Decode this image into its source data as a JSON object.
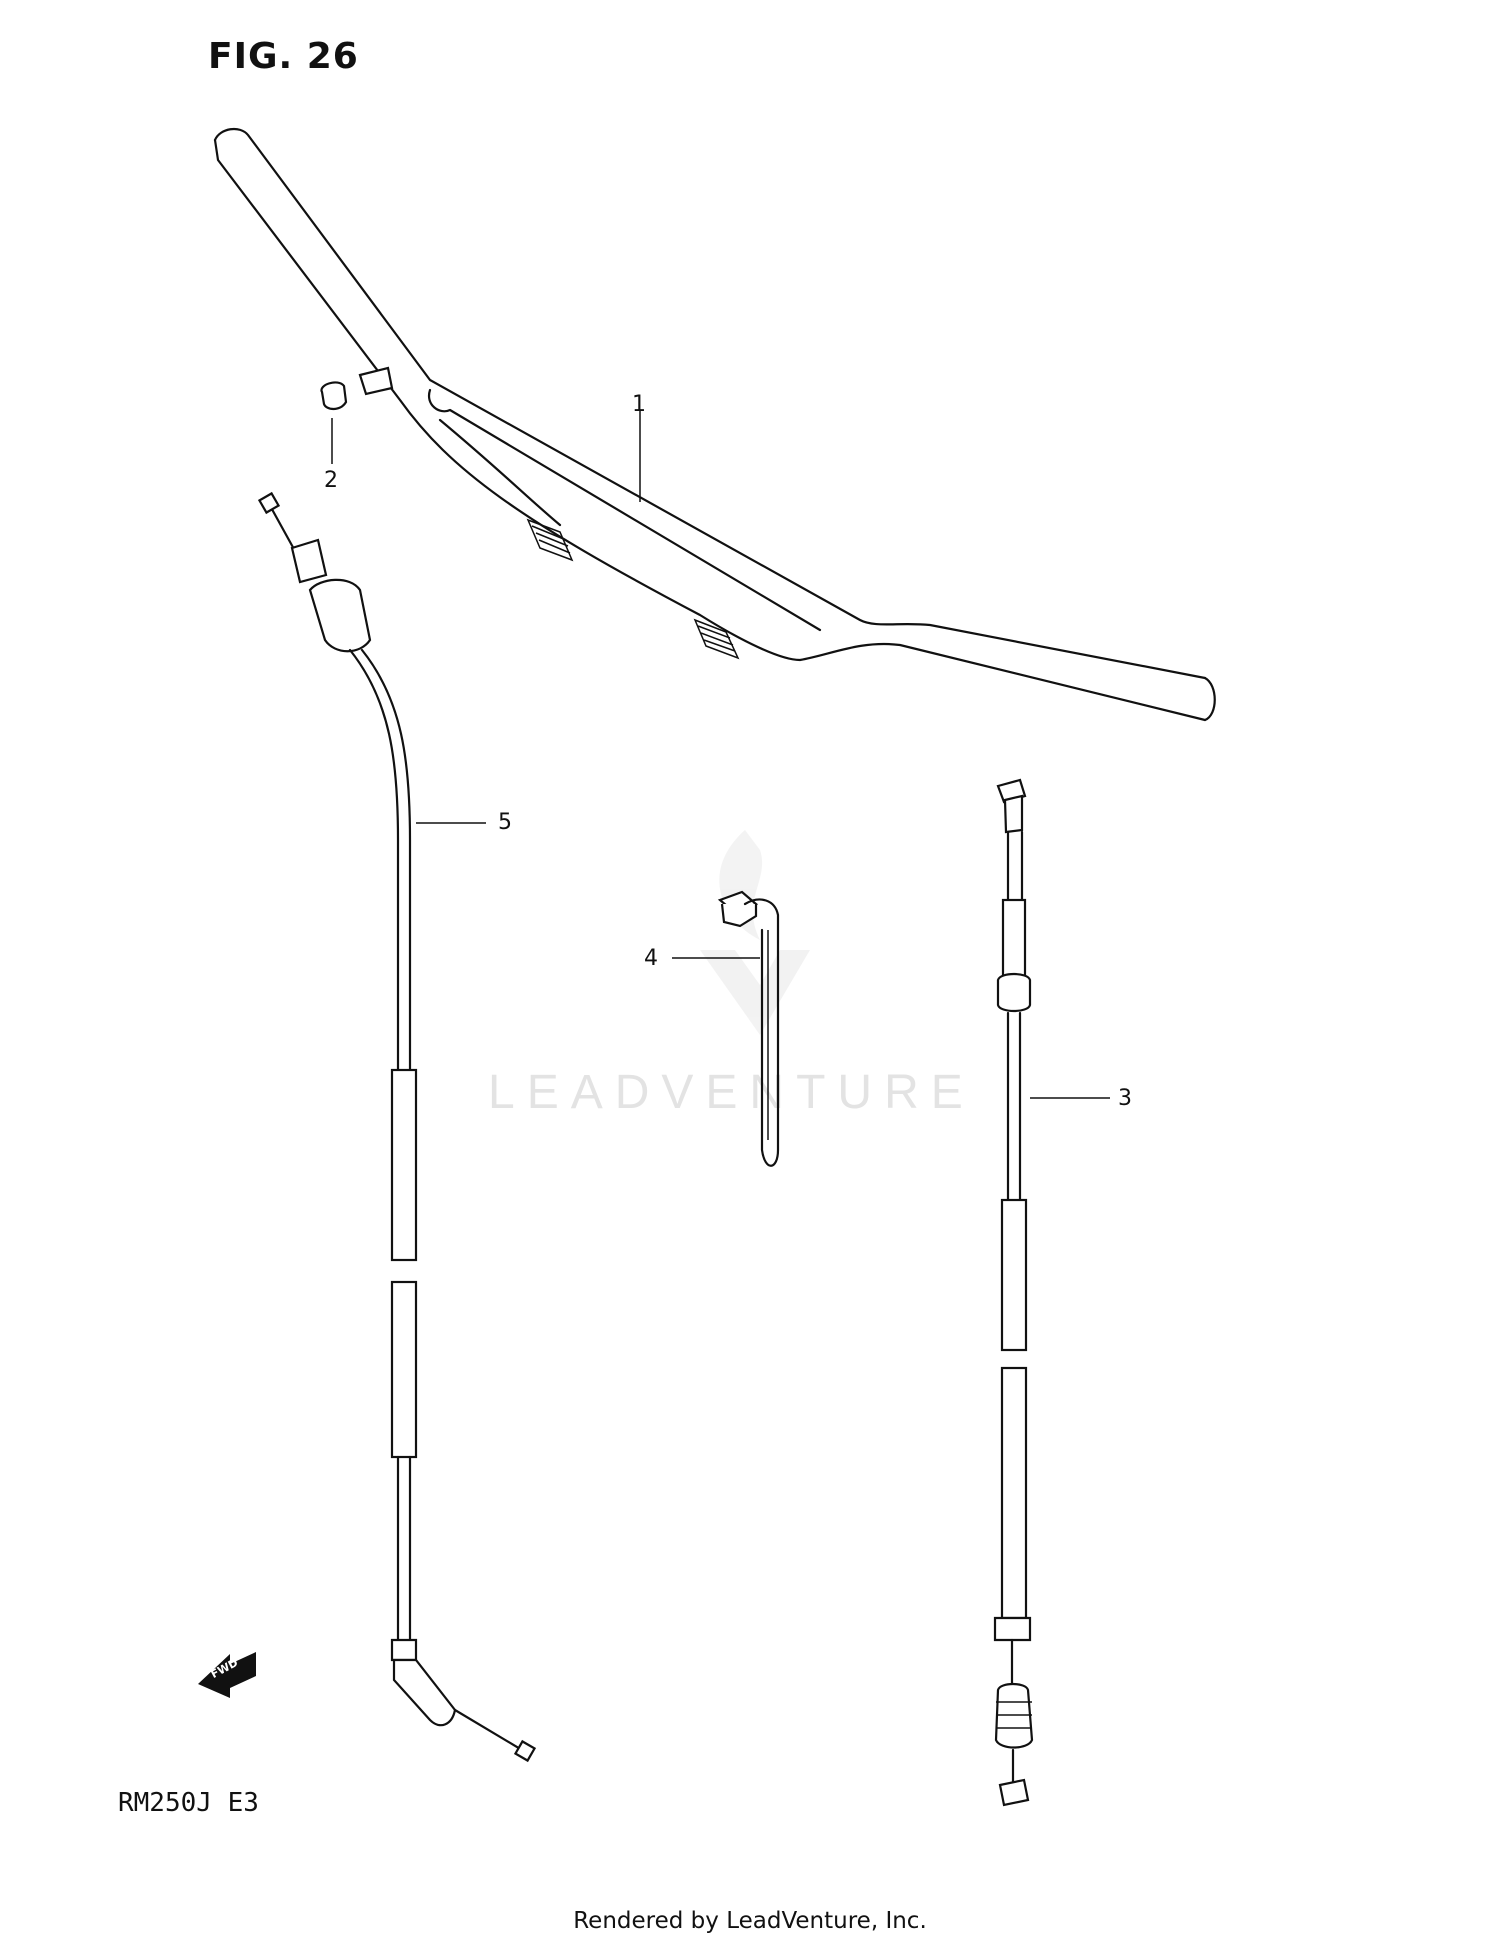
{
  "figure": {
    "title": "FIG. 26"
  },
  "model": {
    "code": "RM250J  E3"
  },
  "footer": {
    "text": "Rendered by LeadVenture, Inc."
  },
  "watermark": {
    "text": "LEADVENTURE"
  },
  "callouts": [
    {
      "number": "1"
    },
    {
      "number": "2"
    },
    {
      "number": "3"
    },
    {
      "number": "4"
    },
    {
      "number": "5"
    }
  ],
  "direction_marker": {
    "text": "FWD",
    "icon": "forward-arrow-icon"
  }
}
